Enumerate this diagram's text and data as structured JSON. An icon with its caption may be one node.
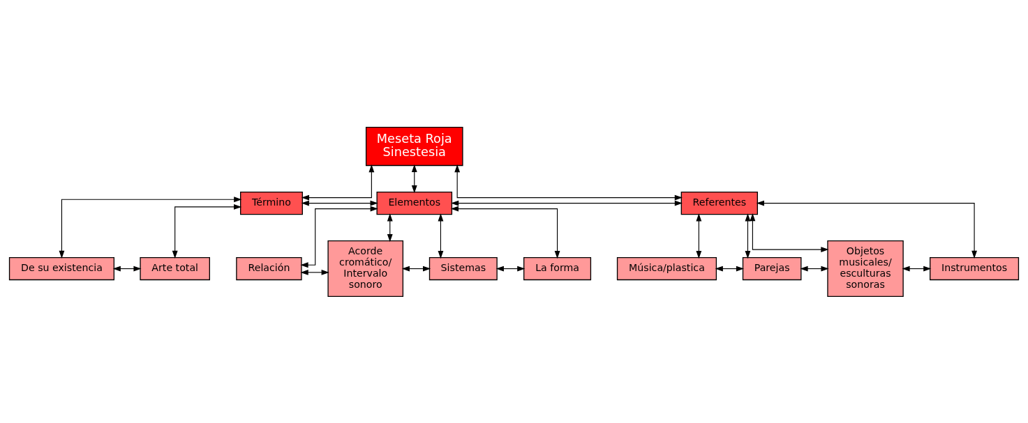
{
  "diagram": {
    "nodes": [
      {
        "text": [
          "Meseta Roja Sinestesia"
        ]
      },
      {
        "text": [
          "Término"
        ]
      },
      {
        "text": [
          "Elementos"
        ]
      },
      {
        "text": [
          "Referentes"
        ]
      },
      {
        "text": [
          "De su existencia"
        ]
      },
      {
        "text": [
          "Arte total"
        ]
      },
      {
        "text": [
          "Relación"
        ]
      },
      {
        "text": [
          "Acorde cromático/ Intervalo sonoro"
        ]
      },
      {
        "text": [
          "Sistemas"
        ]
      },
      {
        "text": [
          "La forma"
        ]
      },
      {
        "text": [
          "Música/plastica"
        ]
      },
      {
        "text": [
          "Parejas"
        ]
      },
      {
        "text": [
          "Objetos musicales/ esculturas sonoras"
        ]
      },
      {
        "text": [
          "Instrumentos"
        ]
      }
    ],
    "edges": [
      {
        "from": 0,
        "to": 1,
        "arrow": "both"
      },
      {
        "from": 0,
        "to": 2,
        "arrow": "both"
      },
      {
        "from": 0,
        "to": 3,
        "arrow": "both"
      },
      {
        "from": 1,
        "to": 2,
        "arrow": "both"
      },
      {
        "from": 2,
        "to": 3,
        "arrow": "both"
      },
      {
        "from": 1,
        "to": 4,
        "arrow": "both"
      },
      {
        "from": 1,
        "to": 5,
        "arrow": "both"
      },
      {
        "from": 4,
        "to": 5,
        "arrow": "both"
      },
      {
        "from": 2,
        "to": 6,
        "arrow": "both"
      },
      {
        "from": 2,
        "to": 7,
        "arrow": "both"
      },
      {
        "from": 2,
        "to": 8,
        "arrow": "both"
      },
      {
        "from": 2,
        "to": 9,
        "arrow": "both"
      },
      {
        "from": 3,
        "to": 10,
        "arrow": "both"
      },
      {
        "from": 3,
        "to": 11,
        "arrow": "both"
      },
      {
        "from": 3,
        "to": 12,
        "arrow": "both"
      },
      {
        "from": 3,
        "to": 13,
        "arrow": "both"
      },
      {
        "from": 10,
        "to": 11,
        "arrow": "both"
      },
      {
        "from": 11,
        "to": 12,
        "arrow": "both"
      },
      {
        "from": 12,
        "to": 13,
        "arrow": "both"
      },
      {
        "from": 6,
        "to": 7,
        "arrow": "both"
      },
      {
        "from": 7,
        "to": 8,
        "arrow": "both"
      },
      {
        "from": 8,
        "to": 9,
        "arrow": "both"
      }
    ]
  }
}
